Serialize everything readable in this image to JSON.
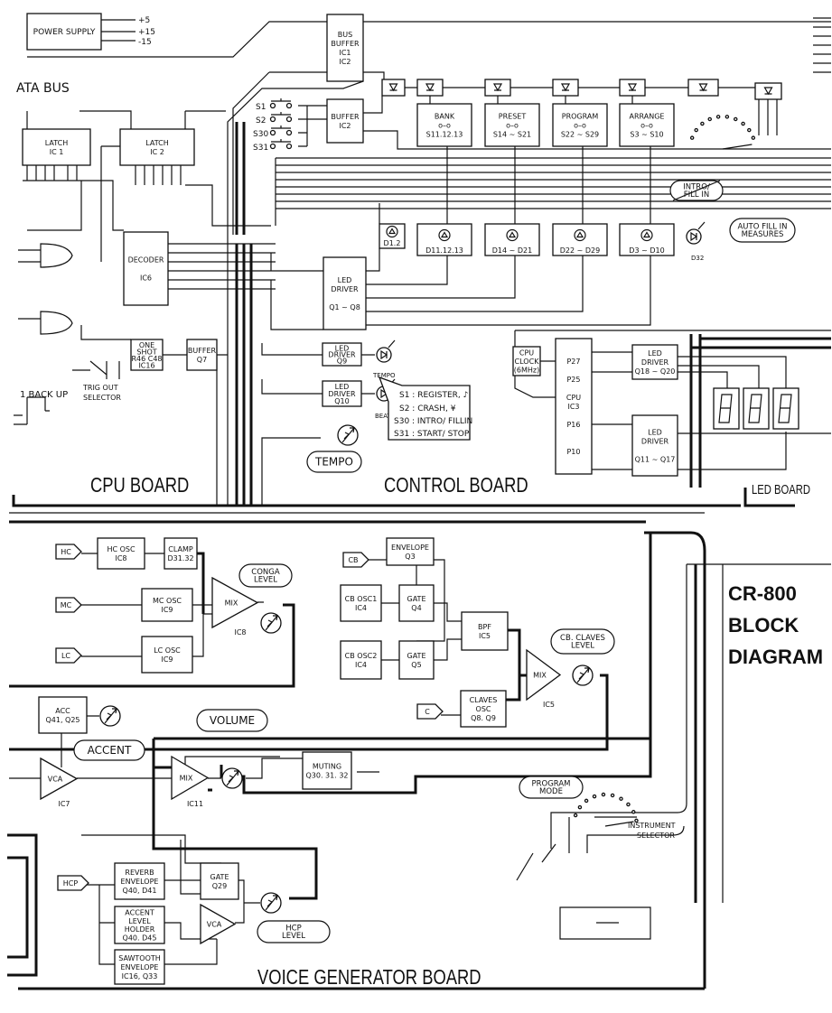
{
  "title": [
    "CR-800",
    "BLOCK",
    "DIAGRAM"
  ],
  "boards": {
    "cpu": "CPU BOARD",
    "control": "CONTROL BOARD",
    "led": "LED BOARD",
    "voice": "VOICE GENERATOR BOARD"
  },
  "misc": {
    "data_bus": "ATA BUS",
    "power_outputs": [
      "+5",
      "+15",
      "-15"
    ],
    "trig_out": [
      "TRIG OUT",
      "SELECTOR"
    ],
    "backup": "1 BACK UP",
    "tempo_led": "TEMPO",
    "beat_led": "BEAT",
    "d32": "D32",
    "switches": [
      "S1",
      "S2",
      "S30",
      "S31"
    ]
  },
  "legend": [
    "S1  :  REGISTER, ♪",
    "S2  :  CRASH, ¥",
    "S30 :  INTRO/ FILLIN",
    "S31 :  START/ STOP"
  ],
  "blocks": {
    "power": [
      "POWER SUPPLY"
    ],
    "busbuf": [
      "BUS",
      "BUFFER",
      "IC1",
      "IC2"
    ],
    "buffer_ic2": [
      "BUFFER",
      "IC2"
    ],
    "latch1": [
      "LATCH",
      "IC 1"
    ],
    "latch2": [
      "LATCH",
      "IC 2"
    ],
    "decoder": [
      "DECODER",
      "",
      "IC6"
    ],
    "bank": [
      "BANK",
      "o–o",
      "S11.12.13"
    ],
    "preset": [
      "PRESET",
      "o–o",
      "S14 ~ S21"
    ],
    "program": [
      "PROGRAM",
      "o–o",
      "S22 ~ S29"
    ],
    "arrange": [
      "ARRANGE",
      "o–o",
      "S3 ~ S10"
    ],
    "d12": [
      "D1.2"
    ],
    "d11": [
      "D11.12.13"
    ],
    "d14": [
      "D14 ~ D21"
    ],
    "d22": [
      "D22 ~ D29"
    ],
    "d3": [
      "D3 ~ D10"
    ],
    "leddrv18": [
      "LED",
      "DRIVER",
      "",
      "Q1 ~ Q8"
    ],
    "oneshot": [
      "ONE",
      "SHOT",
      "R46 C48",
      "IC16"
    ],
    "buffer_q7": [
      "BUFFER",
      "Q7"
    ],
    "leddrv9": [
      "LED",
      "DRIVER",
      "Q9"
    ],
    "leddrv10": [
      "LED",
      "DRIVER",
      "Q10"
    ],
    "cpuclock": [
      "CPU",
      "CLOCK",
      "(6MHz)"
    ],
    "cpu": [
      "P27",
      "",
      "P25",
      "",
      "CPU",
      "IC3",
      "",
      "P16",
      "",
      "",
      "P10"
    ],
    "leddrv1820": [
      "LED",
      "DRIVER",
      "Q18 ~ Q20"
    ],
    "leddrv1117": [
      "LED",
      "DRIVER",
      "",
      "Q11 ~ Q17"
    ],
    "hcosc": [
      "HC OSC",
      "IC8"
    ],
    "clamp": [
      "CLAMP",
      "D31.32"
    ],
    "mcosc": [
      "MC OSC",
      "IC9"
    ],
    "lcosc": [
      "LC OSC",
      "IC9"
    ],
    "env_q3": [
      "ENVELOPE",
      "Q3"
    ],
    "cbosc1": [
      "CB OSC1",
      "IC4"
    ],
    "gate_q4": [
      "GATE",
      "Q4"
    ],
    "cbosc2": [
      "CB OSC2",
      "IC4"
    ],
    "gate_q5": [
      "GATE",
      "Q5"
    ],
    "bpf": [
      "BPF",
      "IC5"
    ],
    "claves": [
      "CLAVES",
      "OSC",
      "Q8. Q9"
    ],
    "acc": [
      "ACC",
      "Q41, Q25"
    ],
    "muting": [
      "MUTING",
      "Q30. 31. 32"
    ],
    "reverb": [
      "REVERB",
      "ENVELOPE",
      "Q40, D41"
    ],
    "gate_q29": [
      "GATE",
      "Q29"
    ],
    "acclevel": [
      "ACCENT",
      "LEVEL",
      "HOLDER",
      "Q40. D45"
    ],
    "sawtooth": [
      "SAWTOOTH",
      "ENVELOPE",
      "IC16, Q33"
    ]
  },
  "amps": {
    "mix_ic8": [
      "MIX",
      "IC8"
    ],
    "mix_ic5": [
      "MIX",
      "IC5"
    ],
    "vca_ic7": [
      "VCA",
      "IC7"
    ],
    "mix_ic11": [
      "MIX",
      "IC11"
    ],
    "vca_hcp": [
      "VCA",
      ""
    ]
  },
  "tags": {
    "hc": "HC",
    "mc": "MC",
    "lc": "LC",
    "cb": "CB",
    "c": "C",
    "hcp": "HCP"
  },
  "ovals": {
    "intro": [
      "INTRO/",
      "FILL IN"
    ],
    "autofill": [
      "AUTO FILL IN",
      "MEASURES"
    ],
    "tempo": [
      "TEMPO"
    ],
    "conga": [
      "CONGA",
      "LEVEL"
    ],
    "cbclaves": [
      "CB. CLAVES",
      "LEVEL"
    ],
    "volume": [
      "VOLUME"
    ],
    "accent": [
      "ACCENT"
    ],
    "hcplevel": [
      "HCP",
      "LEVEL"
    ],
    "progmode": [
      "PROGRAM",
      "MODE"
    ]
  },
  "selector": [
    "INSTRUMENT",
    "SELECTOR"
  ],
  "seven_segment_digits": 3
}
